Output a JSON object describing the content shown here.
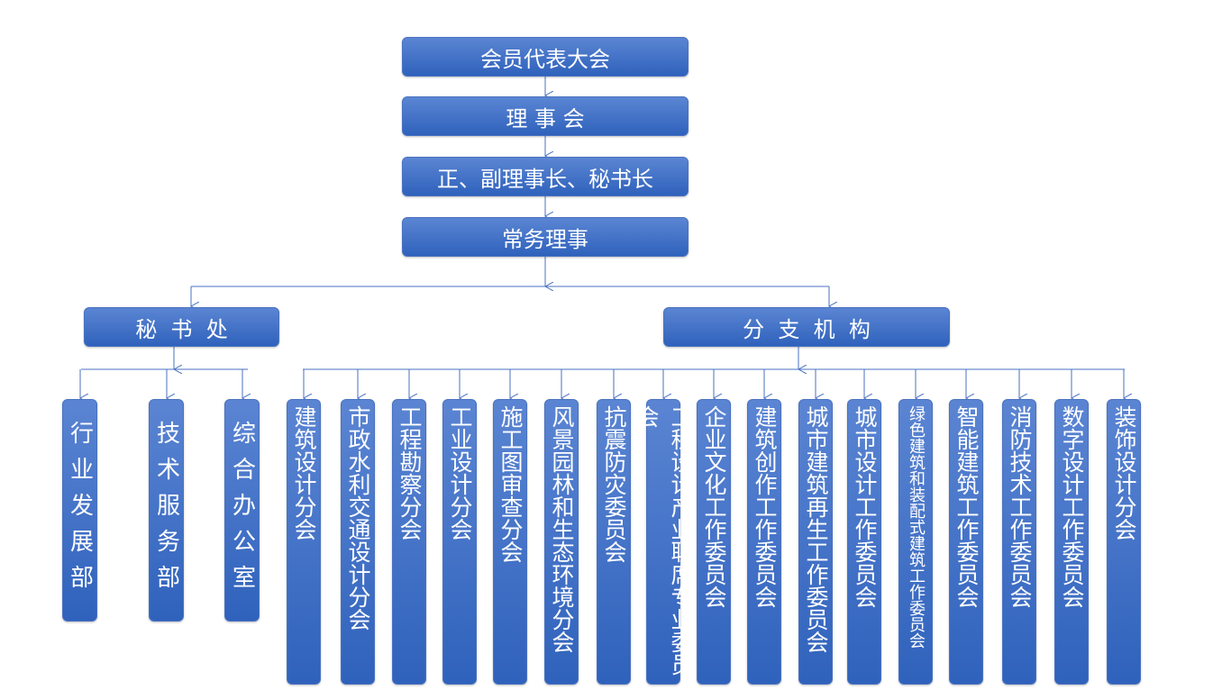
{
  "colors": {
    "line": "#4a72c0",
    "box_top": "#5b85d3",
    "box_bottom": "#2f62bc"
  },
  "top_chain": [
    "会员代表大会",
    "理 事 会",
    "正、副理事长、秘书长",
    "常务理事"
  ],
  "secretariat": {
    "title": "秘  书  处",
    "departments": [
      "行业发展部",
      "技术服务部",
      "综合办公室"
    ]
  },
  "branches": {
    "title": "分  支  机  构",
    "units": [
      "建筑设计分会",
      "市政水利交通设计分会",
      "工程勘察分会",
      "工业设计分会",
      "施工图审查分会",
      "风景园林和生态环境分会",
      "抗震防灾委员会",
      "工程设计产业联席专业委员会",
      "企业文化工作委员会",
      "建筑创作工作委员会",
      "城市建筑再生工作委员会",
      "城市设计工作委员会",
      "绿色建筑和装配式建筑工作委员会",
      "智能建筑工作委员会",
      "消防技术工作委员会",
      "数字设计工作委员会",
      "装饰设计分会"
    ]
  }
}
